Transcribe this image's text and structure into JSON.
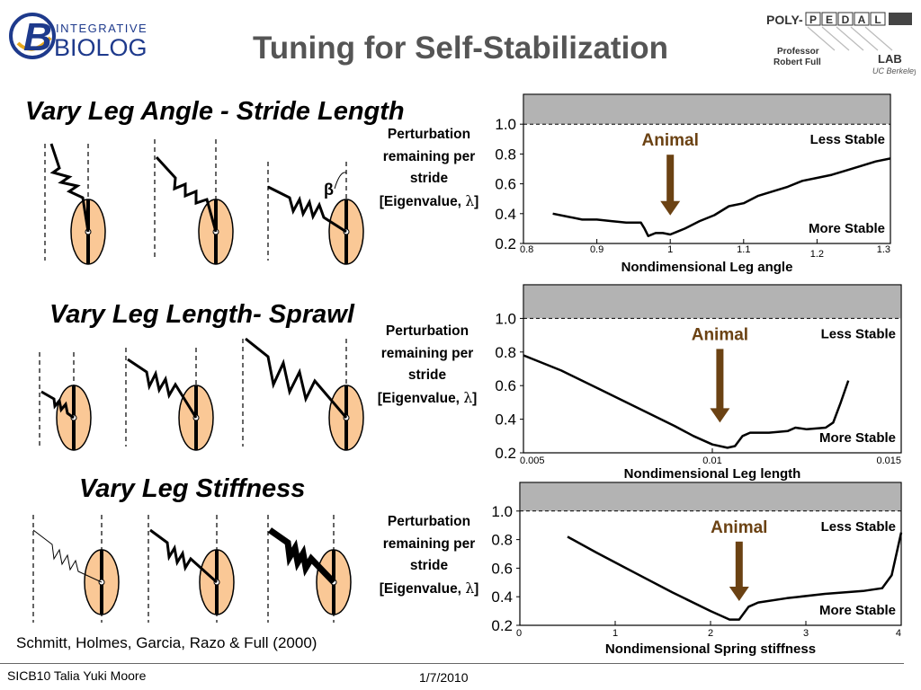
{
  "slide": {
    "title": "Tuning for Self-Stabilization",
    "citation": "Schmitt, Holmes, Garcia, Razo & Full (2000)",
    "footer_left": "SICB10 Talia Yuki Moore",
    "footer_date": "1/7/2010"
  },
  "logo_left": {
    "text_top": "INTEGRATIVE",
    "text_bottom": "BIOLOGY",
    "letter": "B"
  },
  "logo_right": {
    "prefix": "POLY-",
    "letters": [
      "P",
      "E",
      "D",
      "A",
      "L"
    ],
    "lab": "LAB",
    "professor": "Professor",
    "name": "Robert Full",
    "school": "UC Berkeley"
  },
  "sections": [
    {
      "title": "Vary Leg Angle - Stride Length",
      "beta": "β"
    },
    {
      "title": "Vary Leg Length- Sprawl"
    },
    {
      "title": "Vary Leg Stiffness"
    }
  ],
  "ylabel": {
    "line1": "Perturbation",
    "line2": "remaining per",
    "line3": "stride",
    "line4_prefix": "[Eigenvalue, ",
    "lambda": "λ",
    "line4_suffix": "]"
  },
  "colors": {
    "body_fill": "#FAC896",
    "curve": "#000000",
    "band": "#B3B3B3",
    "arrow": "#6B4213",
    "animal_text": "#6B4213",
    "title": "#555555"
  },
  "chart_data": [
    {
      "type": "line",
      "xlabel": "Nondimensional Leg angle",
      "ylabel": "Perturbation remaining per stride [Eigenvalue, λ]",
      "xlim": [
        0.8,
        1.3
      ],
      "ylim": [
        0.2,
        1.2
      ],
      "x_ticks": [
        0.8,
        0.9,
        1,
        1.1,
        1.2,
        1.3
      ],
      "x_tick_labels": [
        "0.8",
        "0.9",
        "1",
        "1.1",
        "1.2",
        "1.3"
      ],
      "y_ticks": [
        0.2,
        0.4,
        0.6,
        0.8,
        1.0
      ],
      "y_tick_labels": [
        "0.2",
        "0.4",
        "0.6",
        "0.8",
        "1.0"
      ],
      "shaded_band": [
        1.0,
        1.2
      ],
      "reference_line": 1.0,
      "annotations": {
        "animal": "Animal",
        "animal_x": 1.0,
        "less": "Less Stable",
        "more": "More Stable"
      },
      "x": [
        0.84,
        0.86,
        0.88,
        0.9,
        0.92,
        0.94,
        0.96,
        0.965,
        0.97,
        0.98,
        0.99,
        1.0,
        1.01,
        1.02,
        1.04,
        1.06,
        1.08,
        1.1,
        1.12,
        1.14,
        1.16,
        1.18,
        1.2,
        1.22,
        1.24,
        1.26,
        1.28,
        1.3
      ],
      "y": [
        0.4,
        0.38,
        0.36,
        0.36,
        0.35,
        0.34,
        0.34,
        0.3,
        0.25,
        0.27,
        0.27,
        0.26,
        0.28,
        0.3,
        0.35,
        0.39,
        0.45,
        0.47,
        0.52,
        0.55,
        0.58,
        0.62,
        0.64,
        0.66,
        0.69,
        0.72,
        0.75,
        0.77
      ]
    },
    {
      "type": "line",
      "xlabel": "Nondimensional Leg length",
      "ylabel": "Perturbation remaining per stride [Eigenvalue, λ]",
      "xlim": [
        0.005,
        0.015
      ],
      "ylim": [
        0.2,
        1.2
      ],
      "x_ticks": [
        0.005,
        0.01,
        0.015
      ],
      "x_tick_labels": [
        "0.005",
        "0.01",
        "0.015"
      ],
      "y_ticks": [
        0.2,
        0.4,
        0.6,
        0.8,
        1.0
      ],
      "y_tick_labels": [
        "0.2",
        "0.4",
        "0.6",
        "0.8",
        "1.0"
      ],
      "shaded_band": [
        1.0,
        1.2
      ],
      "reference_line": 1.0,
      "annotations": {
        "animal": "Animal",
        "animal_x": 0.0102,
        "less": "Less Stable",
        "more": "More Stable"
      },
      "x": [
        0.005,
        0.006,
        0.007,
        0.008,
        0.009,
        0.0095,
        0.01,
        0.0104,
        0.0106,
        0.0108,
        0.011,
        0.0115,
        0.012,
        0.0122,
        0.0125,
        0.013,
        0.0132,
        0.0134,
        0.0136
      ],
      "y": [
        0.78,
        0.69,
        0.58,
        0.47,
        0.36,
        0.3,
        0.25,
        0.23,
        0.24,
        0.3,
        0.32,
        0.32,
        0.33,
        0.35,
        0.34,
        0.35,
        0.38,
        0.5,
        0.63
      ]
    },
    {
      "type": "line",
      "xlabel": "Nondimensional Spring stiffness",
      "ylabel": "Perturbation remaining per stride [Eigenvalue, λ]",
      "xlim": [
        0,
        4
      ],
      "ylim": [
        0.2,
        1.2
      ],
      "x_ticks": [
        0,
        1,
        2,
        3,
        4
      ],
      "x_tick_labels": [
        "0",
        "1",
        "2",
        "3",
        "4"
      ],
      "y_ticks": [
        0.2,
        0.4,
        0.6,
        0.8,
        1.0
      ],
      "y_tick_labels": [
        "0.2",
        "0.4",
        "0.6",
        "0.8",
        "1.0"
      ],
      "shaded_band": [
        1.0,
        1.2
      ],
      "reference_line": 1.0,
      "annotations": {
        "animal": "Animal",
        "animal_x": 2.3,
        "less": "Less Stable",
        "more": "More Stable"
      },
      "x": [
        0.5,
        0.8,
        1.2,
        1.6,
        2.0,
        2.2,
        2.3,
        2.4,
        2.5,
        2.8,
        3.2,
        3.6,
        3.8,
        3.9,
        4.0
      ],
      "y": [
        0.82,
        0.71,
        0.57,
        0.43,
        0.3,
        0.24,
        0.24,
        0.33,
        0.36,
        0.39,
        0.42,
        0.44,
        0.46,
        0.55,
        0.85
      ]
    }
  ]
}
